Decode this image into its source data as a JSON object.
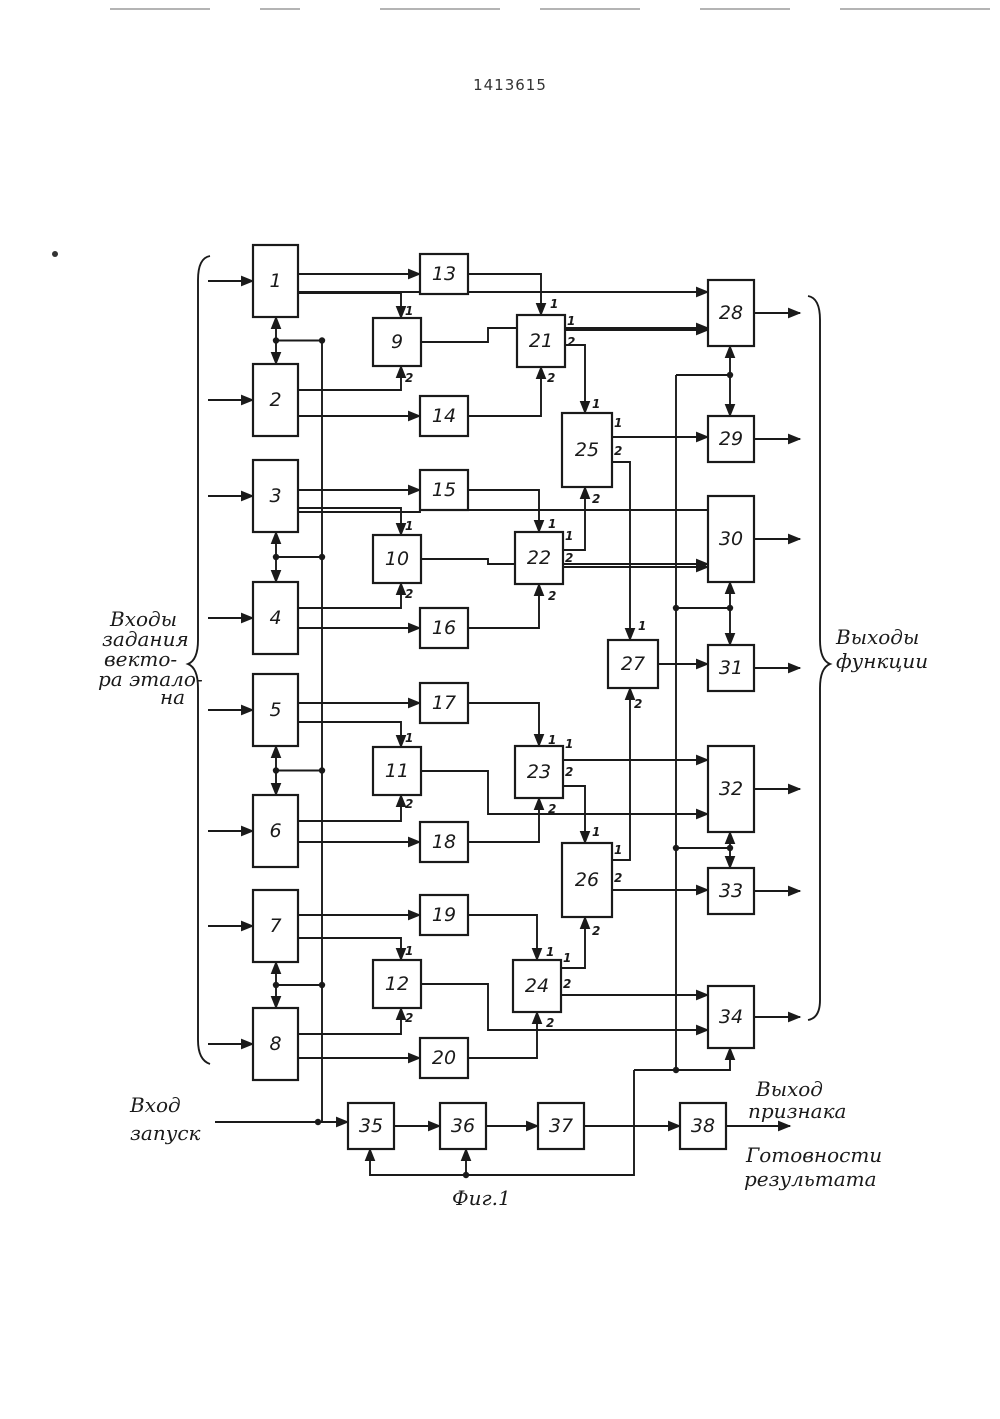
{
  "document": {
    "number": "1413615",
    "caption": "Фиг.1"
  },
  "labels": {
    "inputs_vector": [
      "Входы",
      "задания",
      "векто-",
      "ра этало-",
      "на"
    ],
    "outputs_function": [
      "Выходы",
      "функции"
    ],
    "start_input": [
      "Вход",
      "запуск"
    ],
    "ready_output": [
      "Выход",
      "признака",
      "Готовности",
      "результата"
    ]
  },
  "blocks": [
    "1",
    "2",
    "3",
    "4",
    "5",
    "6",
    "7",
    "8",
    "9",
    "10",
    "11",
    "12",
    "13",
    "14",
    "15",
    "16",
    "17",
    "18",
    "19",
    "20",
    "21",
    "22",
    "23",
    "24",
    "25",
    "26",
    "27",
    "28",
    "29",
    "30",
    "31",
    "32",
    "33",
    "34",
    "35",
    "36",
    "37",
    "38"
  ],
  "port_labels": {
    "in1": "1",
    "in2": "2",
    "out1": "1",
    "out2": "2"
  }
}
